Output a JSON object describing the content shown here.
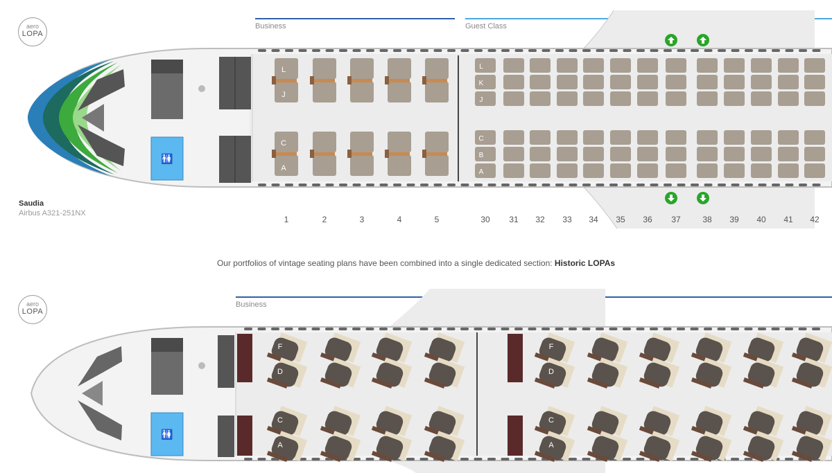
{
  "brand": {
    "logo_top": "aero",
    "logo_bottom": "LOPA"
  },
  "plan1": {
    "airline": "Saudia",
    "aircraft": "Airbus A321-251NX",
    "cabins": [
      {
        "label": "Business",
        "color": "#2f5fa8"
      },
      {
        "label": "Guest Class",
        "color": "#4aa8e0"
      }
    ],
    "business_rows": [
      "1",
      "2",
      "3",
      "4",
      "5"
    ],
    "guest_rows": [
      "30",
      "31",
      "32",
      "33",
      "34",
      "35",
      "36",
      "37",
      "38",
      "39",
      "40",
      "41",
      "42"
    ],
    "business_left_letters": [
      "L",
      "J"
    ],
    "business_right_letters": [
      "C",
      "A"
    ],
    "guest_left_letters": [
      "L",
      "K",
      "J"
    ],
    "guest_right_letters": [
      "C",
      "B",
      "A"
    ],
    "exit_icon": "arrow-exit-icon"
  },
  "notice": {
    "text": "Our portfolios of vintage seating plans have been combined into a single dedicated section: ",
    "link": "Historic LOPAs"
  },
  "plan2": {
    "cabins": [
      {
        "label": "Business",
        "color": "#2f5fa8"
      }
    ],
    "left_letters": [
      "F",
      "D"
    ],
    "right_letters": [
      "C",
      "A"
    ]
  },
  "colors": {
    "seat_guest": "#a89e92",
    "seat_business": "#a89e92",
    "seat_lieflat": "#5a524c",
    "lavatory": "#5bb8f0",
    "exit_green": "#2aa52a"
  }
}
